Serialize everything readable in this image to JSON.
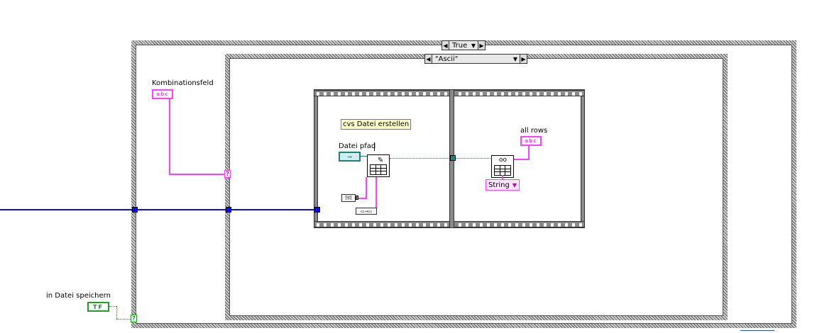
{
  "outer_case": {
    "selector_value": "True"
  },
  "inner_case": {
    "selector_value": "\"Ascii\""
  },
  "labels": {
    "combo_box": "Kombinationsfeld",
    "save_to_file": "in Datei speichern",
    "file_path": "Datei pfad",
    "all_rows": "all rows"
  },
  "comment": "cvs Datei erstellen",
  "terminals": {
    "string_glyph": "abc",
    "bool_glyph": "TF"
  },
  "ring_constant": {
    "value": "String"
  },
  "colors": {
    "string_wire": "#ff40ff",
    "numeric_wire": "#0a0aff",
    "path_wire": "#208080",
    "boolean_wire": "#209020"
  }
}
